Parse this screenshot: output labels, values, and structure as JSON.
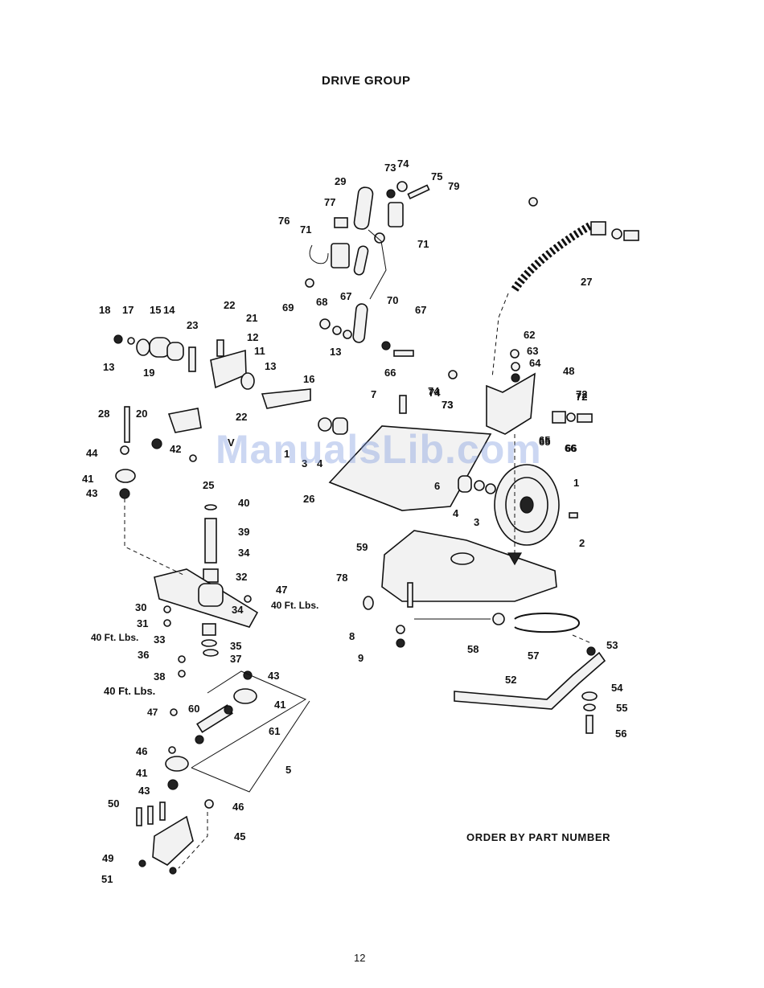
{
  "page": {
    "title": "DRIVE GROUP",
    "order_note": "ORDER BY PART NUMBER",
    "page_number": "12",
    "watermark": "ManualsLib.com"
  },
  "callouts": [
    {
      "text": "29"
    },
    {
      "text": "73"
    },
    {
      "text": "74"
    },
    {
      "text": "75"
    },
    {
      "text": "79"
    },
    {
      "text": "77"
    },
    {
      "text": "76"
    },
    {
      "text": "71"
    },
    {
      "text": "71"
    },
    {
      "text": "69"
    },
    {
      "text": "68"
    },
    {
      "text": "67"
    },
    {
      "text": "70"
    },
    {
      "text": "67"
    },
    {
      "text": "13"
    },
    {
      "text": "66"
    },
    {
      "text": "74"
    },
    {
      "text": "73"
    },
    {
      "text": "65"
    },
    {
      "text": "72"
    },
    {
      "text": "66"
    },
    {
      "text": "27"
    },
    {
      "text": "18"
    },
    {
      "text": "17"
    },
    {
      "text": "15"
    },
    {
      "text": "14"
    },
    {
      "text": "22"
    },
    {
      "text": "21"
    },
    {
      "text": "23"
    },
    {
      "text": "12"
    },
    {
      "text": "11"
    },
    {
      "text": "13"
    },
    {
      "text": "19"
    },
    {
      "text": "13"
    },
    {
      "text": "16"
    },
    {
      "text": "28"
    },
    {
      "text": "20"
    },
    {
      "text": "22"
    },
    {
      "text": "44"
    },
    {
      "text": "42"
    },
    {
      "text": "V"
    },
    {
      "text": "1"
    },
    {
      "text": "3"
    },
    {
      "text": "4"
    },
    {
      "text": "41"
    },
    {
      "text": "43"
    },
    {
      "text": "25"
    },
    {
      "text": "7"
    },
    {
      "text": "26"
    },
    {
      "text": "62"
    },
    {
      "text": "63"
    },
    {
      "text": "64"
    },
    {
      "text": "48"
    },
    {
      "text": "74"
    },
    {
      "text": "73"
    },
    {
      "text": "72"
    },
    {
      "text": "65"
    },
    {
      "text": "66"
    },
    {
      "text": "1"
    },
    {
      "text": "2"
    },
    {
      "text": "6"
    },
    {
      "text": "4"
    },
    {
      "text": "3"
    },
    {
      "text": "40"
    },
    {
      "text": "39"
    },
    {
      "text": "34"
    },
    {
      "text": "32"
    },
    {
      "text": "47"
    },
    {
      "text": "40 Ft. Lbs."
    },
    {
      "text": "30"
    },
    {
      "text": "31"
    },
    {
      "text": "40 Ft. Lbs."
    },
    {
      "text": "33"
    },
    {
      "text": "34"
    },
    {
      "text": "35"
    },
    {
      "text": "37"
    },
    {
      "text": "36"
    },
    {
      "text": "38"
    },
    {
      "text": "43"
    },
    {
      "text": "59"
    },
    {
      "text": "78"
    },
    {
      "text": "8"
    },
    {
      "text": "9"
    },
    {
      "text": "58"
    },
    {
      "text": "57"
    },
    {
      "text": "53"
    },
    {
      "text": "40 Ft. Lbs."
    },
    {
      "text": "47"
    },
    {
      "text": "60"
    },
    {
      "text": "41"
    },
    {
      "text": "61"
    },
    {
      "text": "46"
    },
    {
      "text": "41"
    },
    {
      "text": "5"
    },
    {
      "text": "43"
    },
    {
      "text": "50"
    },
    {
      "text": "46"
    },
    {
      "text": "45"
    },
    {
      "text": "49"
    },
    {
      "text": "51"
    },
    {
      "text": "52"
    },
    {
      "text": "54"
    },
    {
      "text": "55"
    },
    {
      "text": "56"
    }
  ]
}
